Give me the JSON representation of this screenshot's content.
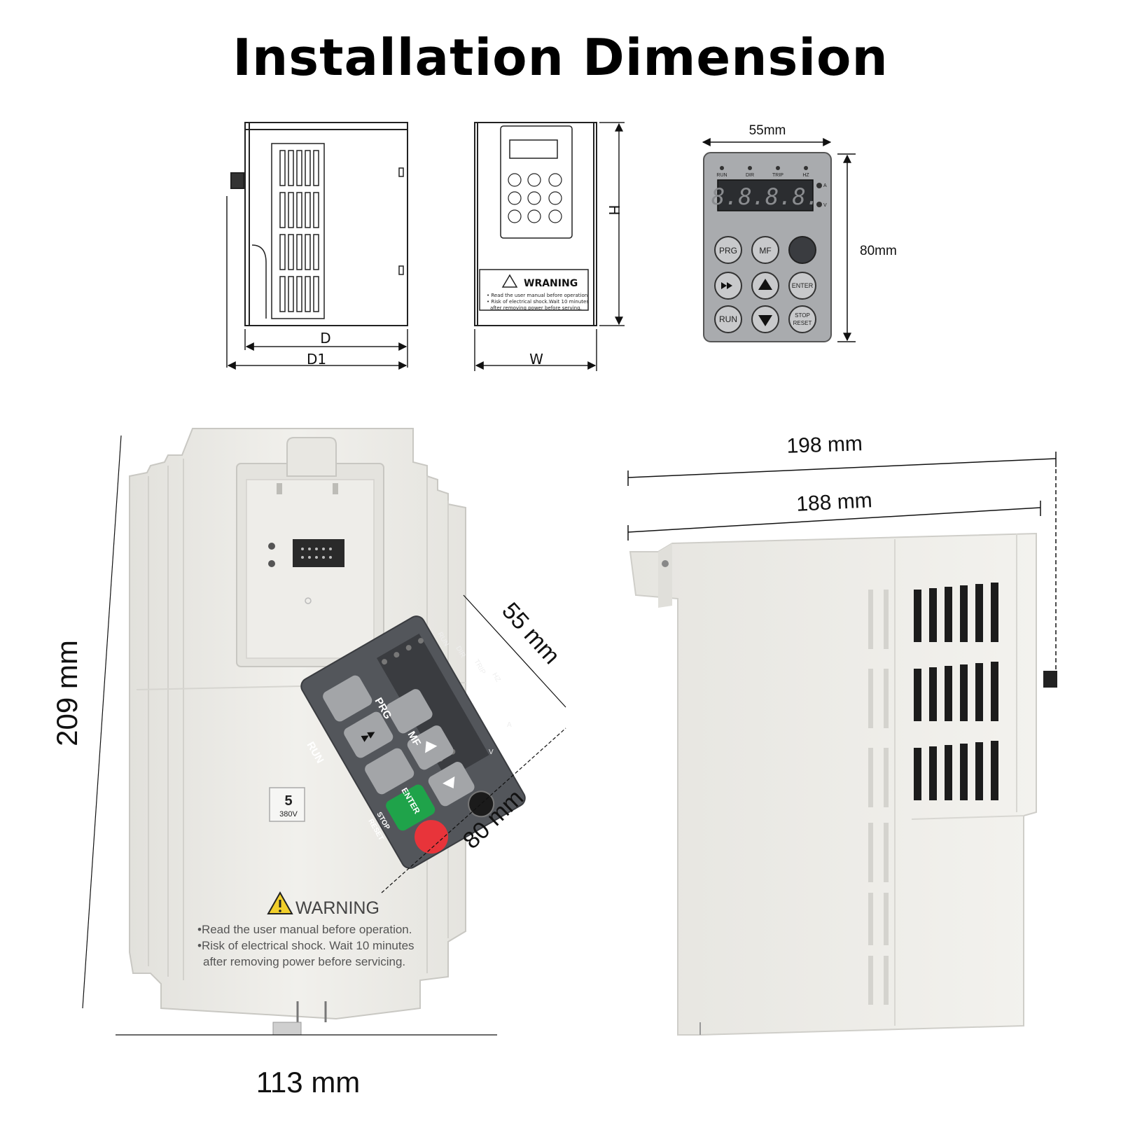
{
  "title": "Installation Dimension",
  "drawing": {
    "side_labels": {
      "d": "D",
      "d1": "D1"
    },
    "front_labels": {
      "h": "H",
      "w": "W",
      "warning": "WRANING",
      "warning_lines": [
        "• Read the user manual before operation",
        "• Risk of electrical shock.Wait 10 minutes",
        "after removing power before serving."
      ]
    }
  },
  "keypad_diagram": {
    "width_label": "55mm",
    "height_label": "80mm",
    "leds": [
      "RUN",
      "DIR",
      "TRIP",
      "HZ"
    ],
    "display": "8.8.8.8.",
    "unit_leds": [
      "A",
      "V"
    ],
    "keys": [
      "PRG",
      "MF",
      "ENTER",
      "RUN",
      "STOP",
      "RESET"
    ]
  },
  "photo_front": {
    "height_label": "209 mm",
    "width_label": "113 mm",
    "keypad_width_label": "55 mm",
    "keypad_height_label": "80 mm",
    "keypad_leds": [
      "RUN",
      "DIR",
      "TRIP",
      "HZ"
    ],
    "keypad_unit_leds": [
      "A",
      "V"
    ],
    "keys": [
      "PRG",
      "MF",
      "RUN",
      "ENTER",
      "STOP",
      "RESET"
    ],
    "rating_label": "5",
    "voltage_label": "380V",
    "warning_title": "WARNING",
    "warning_lines": [
      "•Read  the user manual before operation.",
      "•Risk of electrical shock. Wait 10 minutes",
      "after removing power before servicing."
    ]
  },
  "photo_side": {
    "depth_label": "198 mm",
    "depth2_label": "188 mm"
  },
  "colors": {
    "accent_green": "#1fa34a",
    "stop_red": "#e8343a",
    "keypad_dark": "#4a4d52",
    "key_grey": "#a3a5a8",
    "housing": "#ecebe6"
  }
}
